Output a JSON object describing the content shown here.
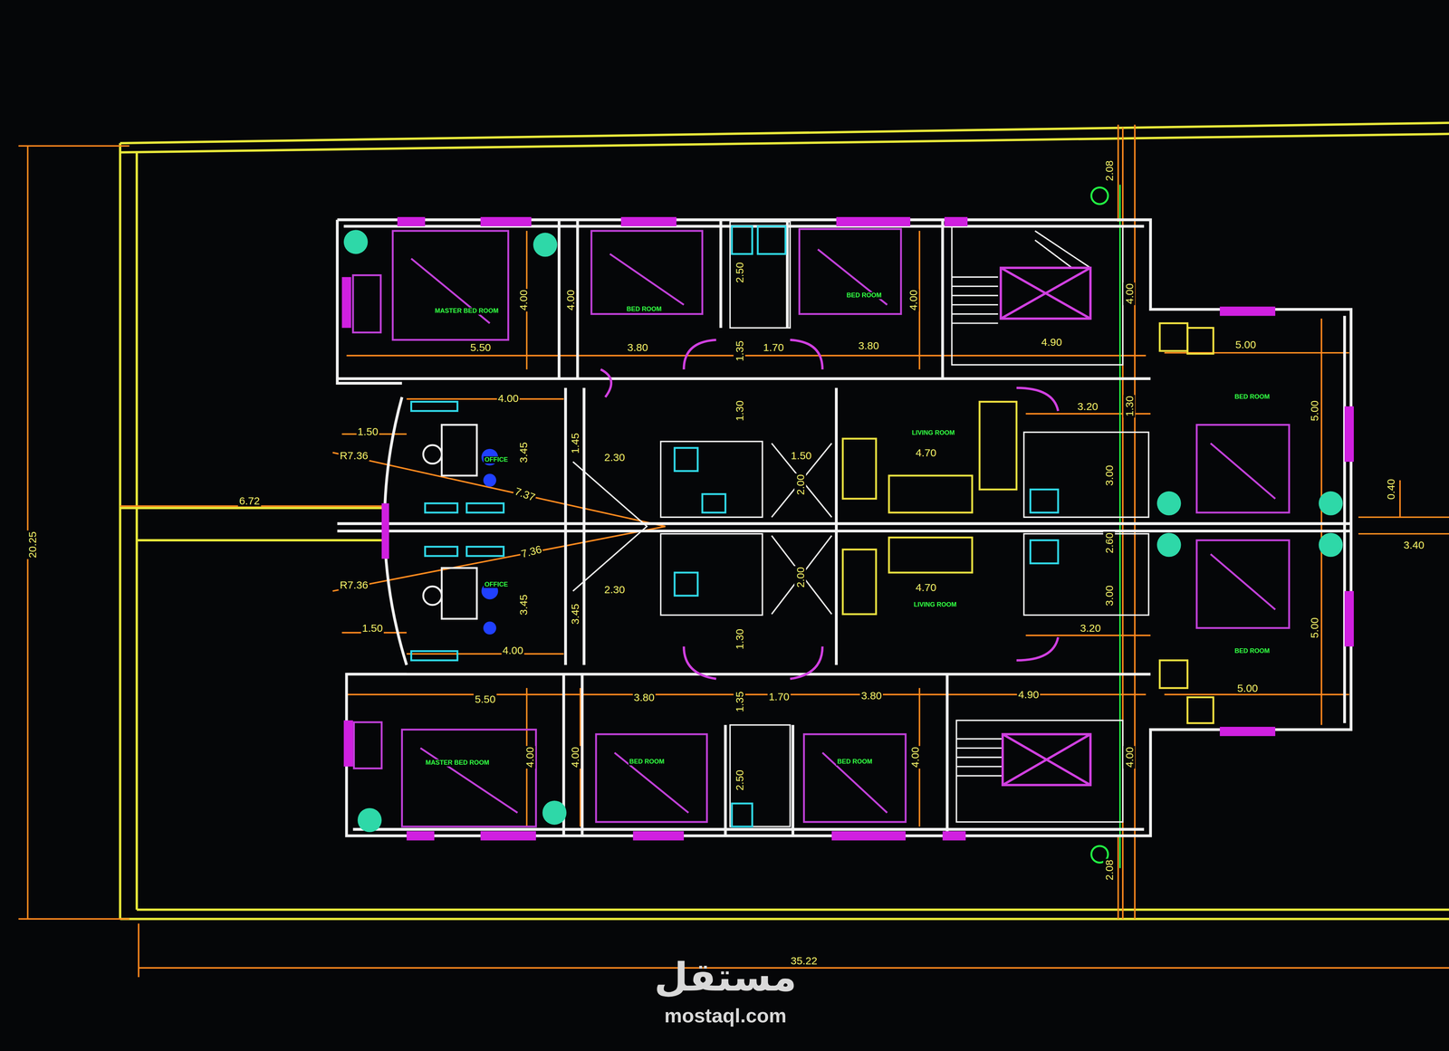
{
  "diagram": {
    "labels": [
      "20.25",
      "35.22",
      "6.72",
      "2.08",
      "2.08",
      "0.40",
      "3.40",
      "5.50",
      "4.00",
      "4.00",
      "3.80",
      "2.50",
      "1.35",
      "1.70",
      "3.80",
      "4.00",
      "4.90",
      "4.00",
      "5.00",
      "5.00",
      "4.00",
      "1.50",
      "3.45",
      "R7.36",
      "7.37",
      "2.30",
      "1.45",
      "1.30",
      "1.50",
      "2.00",
      "4.70",
      "3.20",
      "1.30",
      "3.00",
      "7.36",
      "R7.36",
      "3.45",
      "3.45",
      "2.30",
      "2.00",
      "4.70",
      "2.60",
      "3.00",
      "3.20",
      "1.50",
      "4.00",
      "1.30",
      "5.50",
      "3.80",
      "1.35",
      "1.70",
      "3.80",
      "4.90",
      "5.00",
      "5.00",
      "4.00",
      "4.00",
      "2.50",
      "4.00",
      "4.00",
      "MASTER BED ROOM",
      "BED ROOM",
      "BED ROOM",
      "OFFICE",
      "OFFICE",
      "LIVING ROOM",
      "LIVING ROOM",
      "BED ROOM",
      "BED ROOM",
      "MASTER BED ROOM",
      "BED ROOM",
      "BED ROOM",
      "مستقل",
      "mostaql.com"
    ]
  }
}
